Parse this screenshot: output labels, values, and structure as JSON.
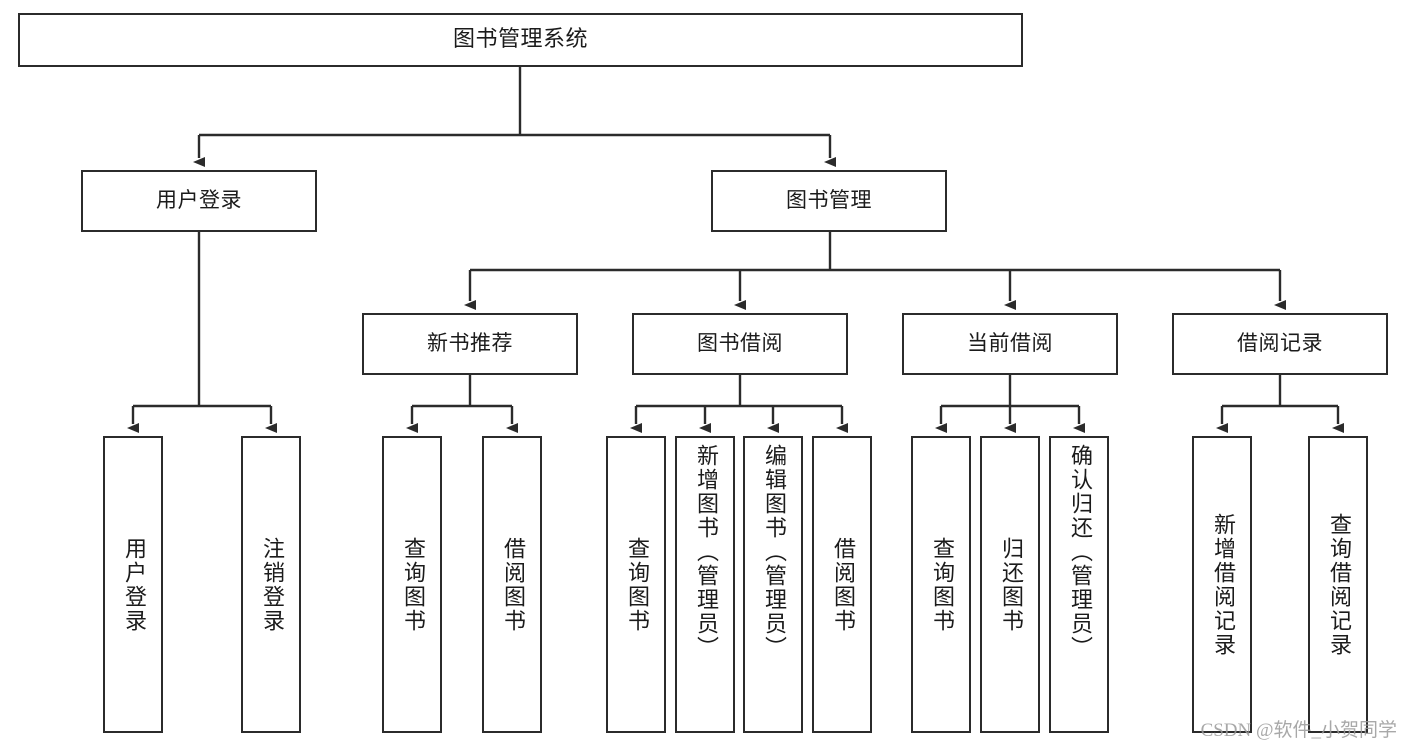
{
  "diagram": {
    "title": "图书管理系统",
    "type": "tree-hierarchy-chart",
    "root": {
      "label": "图书管理系统"
    },
    "level2": [
      {
        "label": "用户登录"
      },
      {
        "label": "图书管理"
      }
    ],
    "level3": [
      {
        "label": "新书推荐"
      },
      {
        "label": "图书借阅"
      },
      {
        "label": "当前借阅"
      },
      {
        "label": "借阅记录"
      }
    ],
    "leaves": {
      "user_login": [
        {
          "label": "用户登录"
        },
        {
          "label": "注销登录"
        }
      ],
      "new_book_recommend": [
        {
          "label": "查询图书"
        },
        {
          "label": "借阅图书"
        }
      ],
      "book_borrow": [
        {
          "label": "查询图书"
        },
        {
          "label": "新增图书（管理员）"
        },
        {
          "label": "编辑图书（管理员）"
        },
        {
          "label": "借阅图书"
        }
      ],
      "current_borrow": [
        {
          "label": "查询图书"
        },
        {
          "label": "归还图书"
        },
        {
          "label": "确认归还（管理员）"
        }
      ],
      "borrow_records": [
        {
          "label": "新增借阅记录"
        },
        {
          "label": "查询借阅记录"
        }
      ]
    }
  },
  "watermark": {
    "text": "CSDN @软件_小贺同学"
  },
  "colors": {
    "border": "#2b2b2b",
    "text": "#1b1b1b",
    "background": "#ffffff",
    "watermark": "#9a9a9a"
  }
}
